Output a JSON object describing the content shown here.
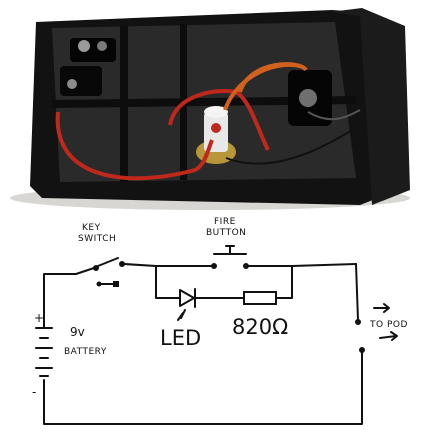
{
  "photo": {
    "description_free": true
  },
  "schematic": {
    "key_switch_label_line1": "KEY",
    "key_switch_label_line2": "SWITCH",
    "fire_button_label_line1": "FIRE",
    "fire_button_label_line2": "BUTTON",
    "led_label": "LED",
    "resistor_label": "820Ω",
    "battery_voltage": "9v",
    "battery_label": "BATTERY",
    "plus_sign": "+",
    "minus_sign": "-",
    "to_pod_label": "TO POD"
  },
  "colors": {
    "ink": "#111111",
    "case_black": "#111111",
    "wire_red": "#c0281c",
    "wire_orange": "#d2611e",
    "brass": "#b8963a",
    "background": "#ffffff"
  }
}
